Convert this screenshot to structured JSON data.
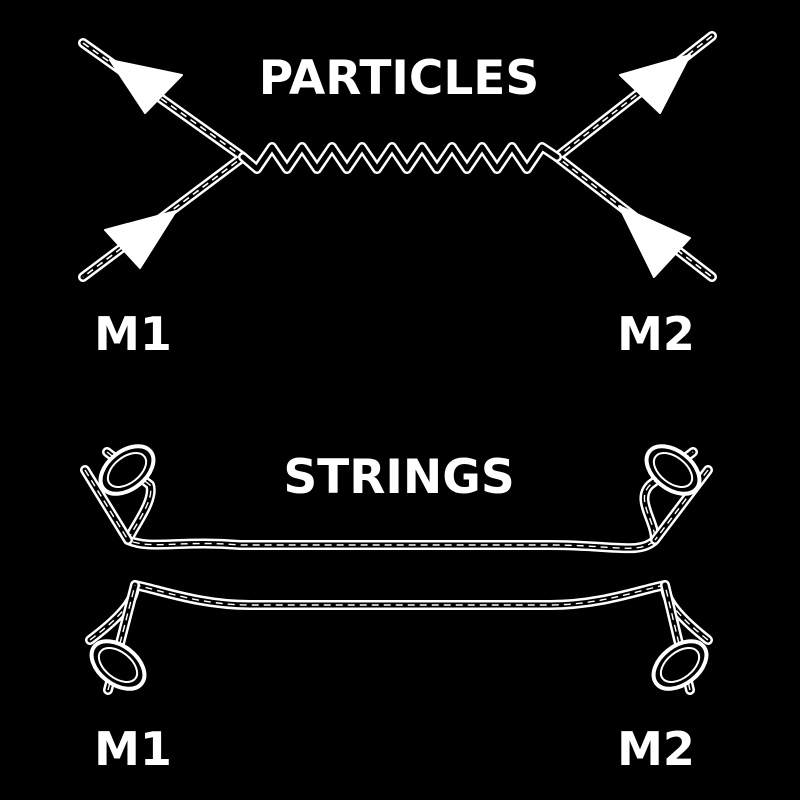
{
  "particles": {
    "title": "PARTICLES",
    "left_label": "M1",
    "right_label": "M2"
  },
  "strings": {
    "title": "STRINGS",
    "left_label": "M1",
    "right_label": "M2"
  },
  "colors": {
    "background": "#000000",
    "foreground": "#ffffff"
  }
}
